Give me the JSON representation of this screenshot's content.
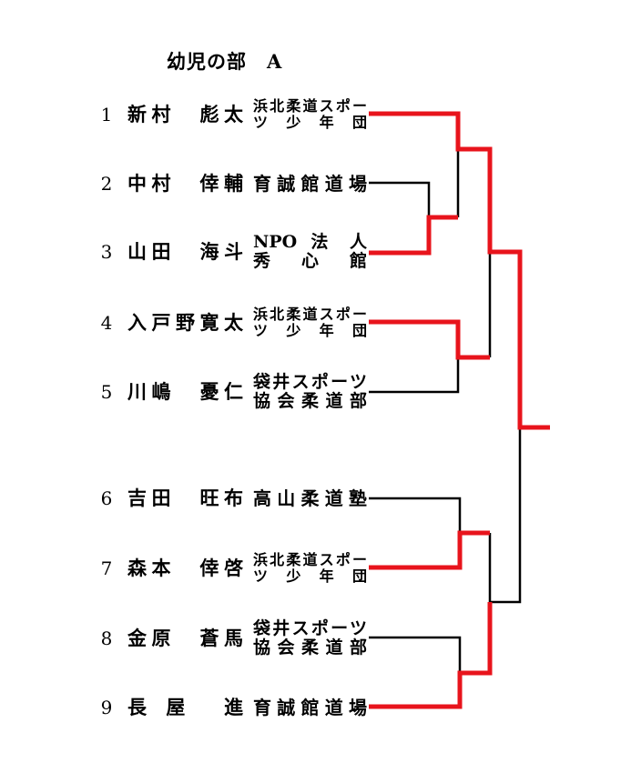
{
  "title": "幼児の部　A",
  "entries": [
    {
      "num": "1",
      "name": "新村　彪太",
      "club": [
        "浜北柔道スポー",
        "ツ　少　年　団"
      ]
    },
    {
      "num": "2",
      "name": "中村　倖輔",
      "club": [
        "育誠館道場"
      ]
    },
    {
      "num": "3",
      "name": "山田　海斗",
      "club": [
        "NPO 法 人",
        "秀　心　館"
      ]
    },
    {
      "num": "4",
      "name": "入戸野寛太",
      "club": [
        "浜北柔道スポー",
        "ツ　少　年　団"
      ]
    },
    {
      "num": "5",
      "name": "川嶋　憂仁",
      "club": [
        "袋井スポーツ",
        "協会柔道部"
      ]
    },
    {
      "num": "6",
      "name": "吉田　旺布",
      "club": [
        "高山柔道塾"
      ]
    },
    {
      "num": "7",
      "name": "森本　倖啓",
      "club": [
        "浜北柔道スポー",
        "ツ　少　年　団"
      ]
    },
    {
      "num": "8",
      "name": "金原　蒼馬",
      "club": [
        "袋井スポーツ",
        "協会柔道部"
      ]
    },
    {
      "num": "9",
      "name": "長　屋　　進",
      "club": [
        "育誠館道場"
      ]
    }
  ],
  "colors": {
    "winner": "#e8141c",
    "line": "#000000"
  }
}
